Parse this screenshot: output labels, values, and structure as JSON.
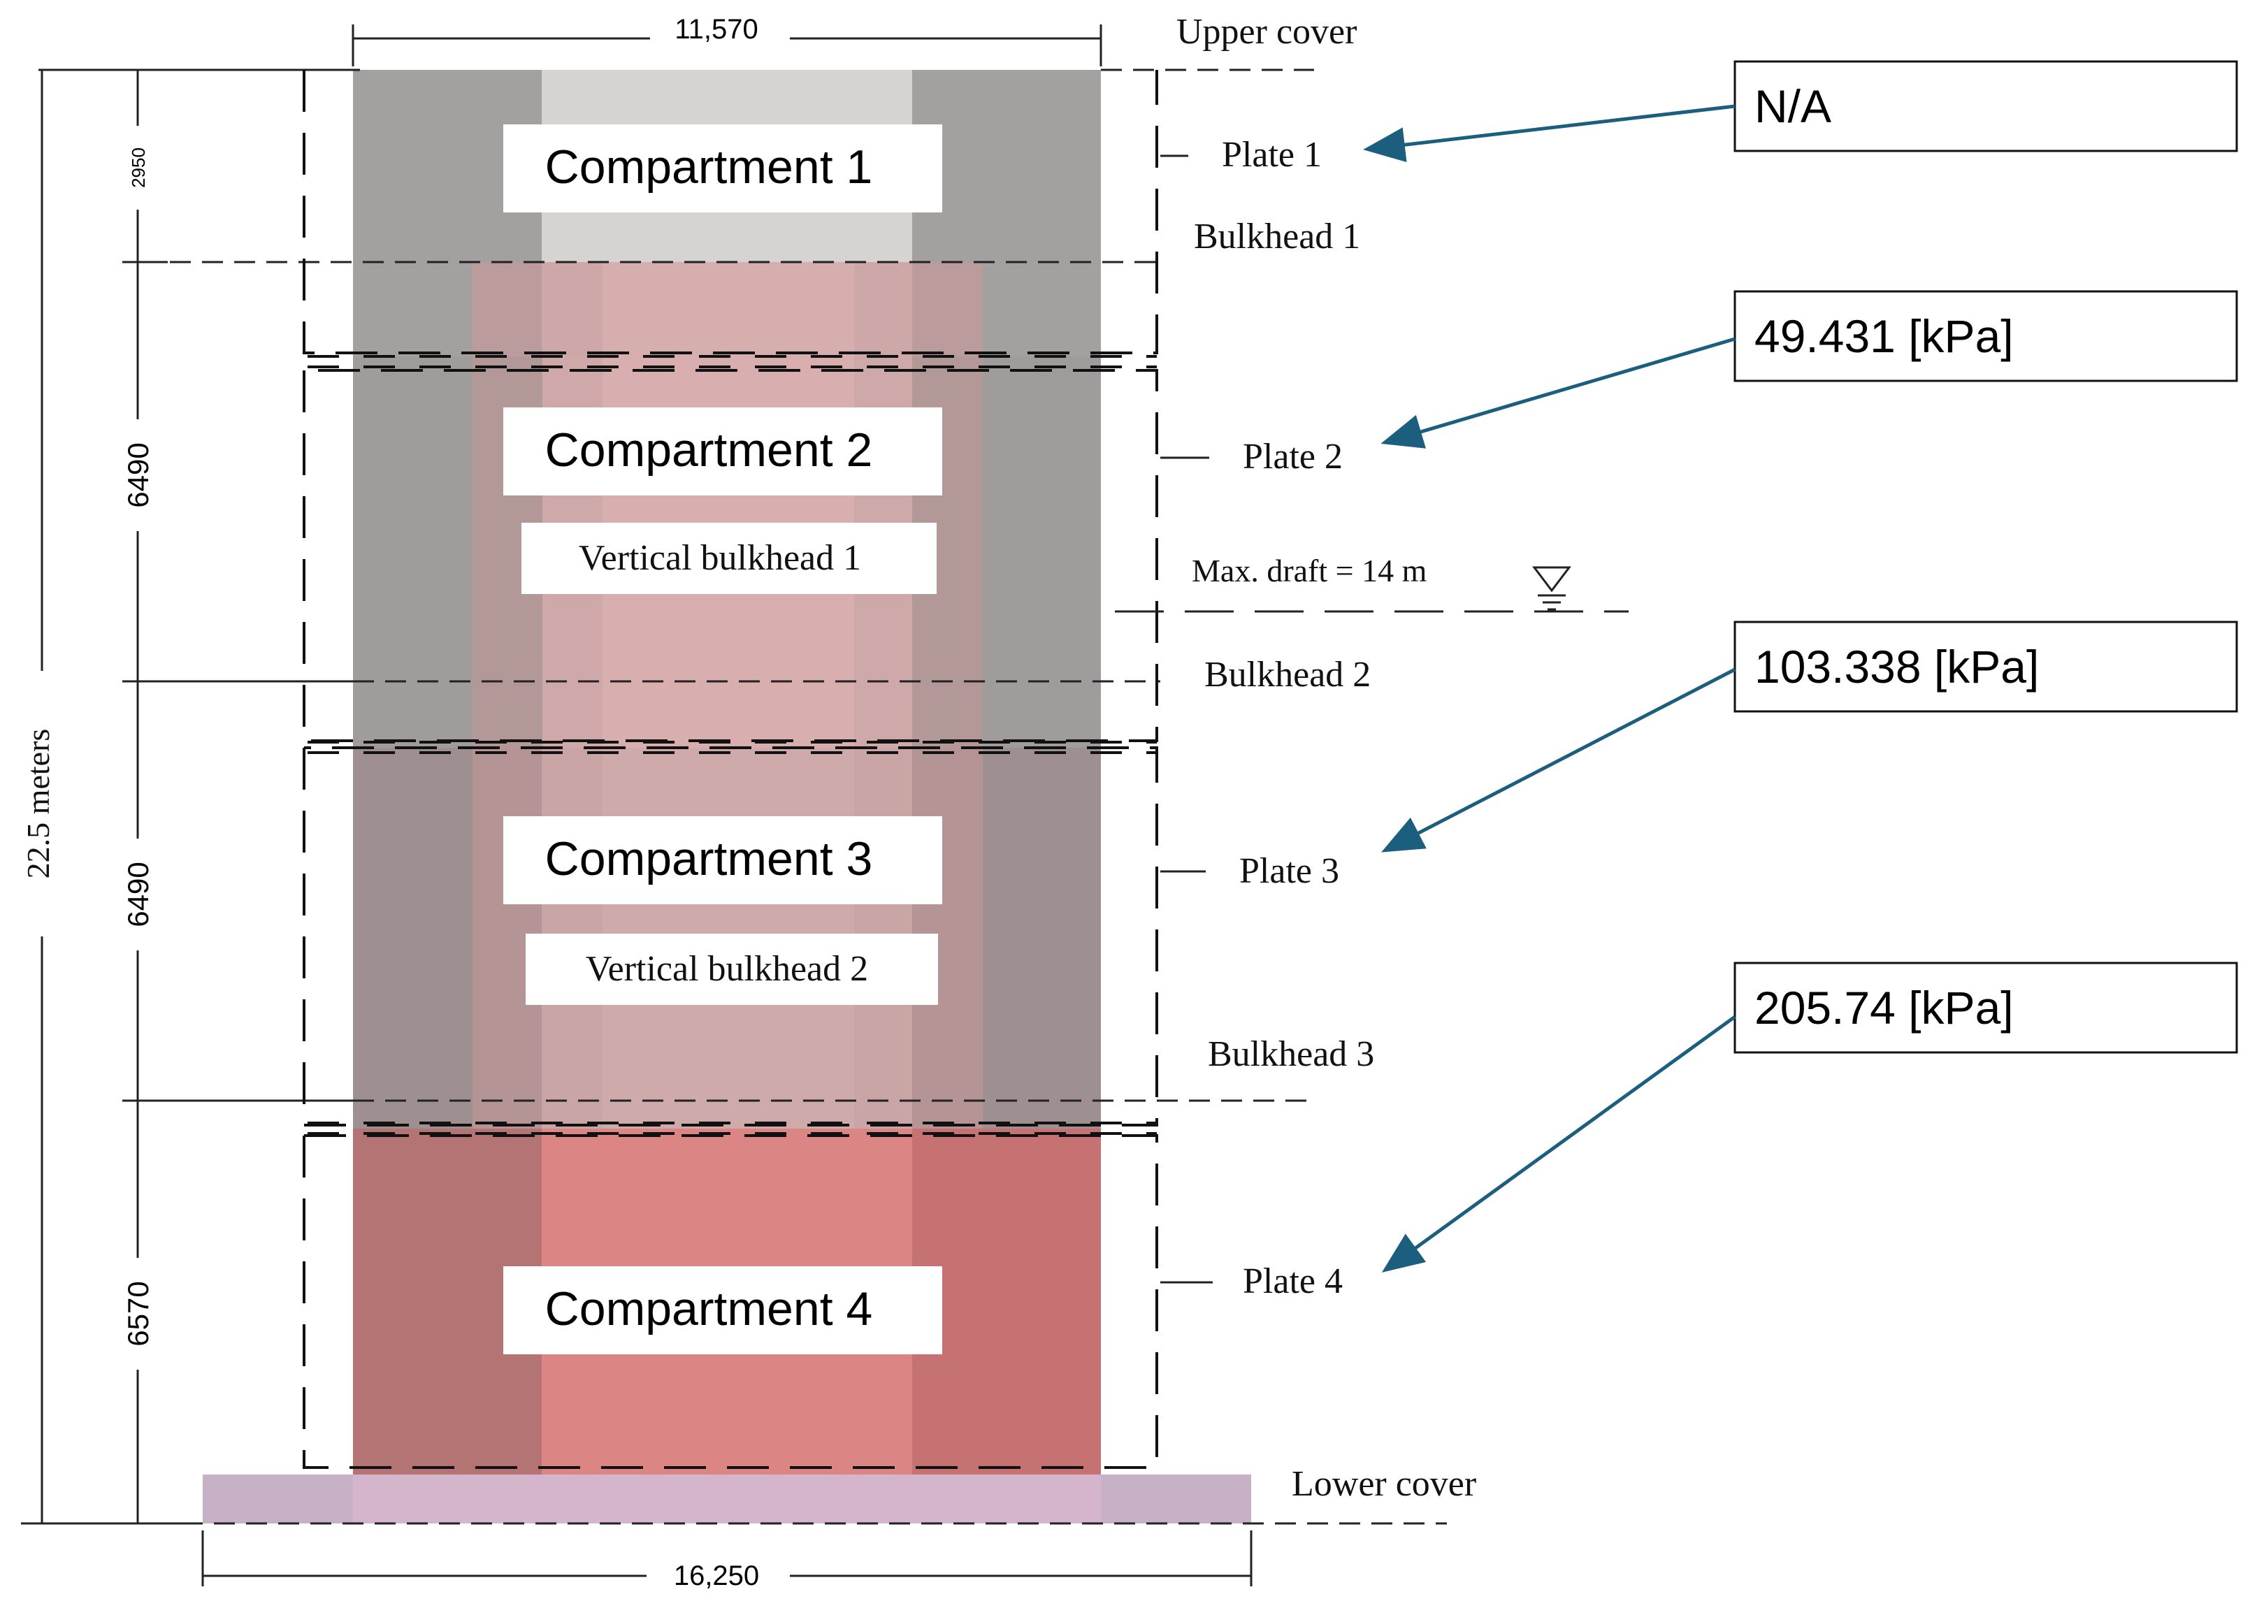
{
  "dimensions": {
    "top_width": "11,570",
    "bottom_width": "16,250",
    "total_height": "22.5 meters",
    "segments": [
      "2950",
      "6490",
      "6490",
      "6570"
    ]
  },
  "covers": {
    "upper": "Upper cover",
    "lower": "Lower cover"
  },
  "compartments": [
    "Compartment 1",
    "Compartment 2",
    "Compartment 3",
    "Compartment 4"
  ],
  "vertical_bulkheads": [
    "Vertical bulkhead 1",
    "Vertical bulkhead 2"
  ],
  "plates": [
    "Plate 1",
    "Plate 2",
    "Plate 3",
    "Plate 4"
  ],
  "bulkheads": [
    "Bulkhead 1",
    "Bulkhead 2",
    "Bulkhead 3"
  ],
  "waterline": {
    "label": "Max. draft = 14 m",
    "symbol": "waterline-symbol"
  },
  "pressures": [
    "N/A",
    "49.431 [kPa]",
    "103.338 [kPa]",
    "205.74 [kPa]"
  ],
  "colors": {
    "arrow": "#1b5e7d",
    "gray_fill": "#9f9c9c",
    "pink_fill": "#d07b7b",
    "lower_cover": "#c8b4cc"
  }
}
